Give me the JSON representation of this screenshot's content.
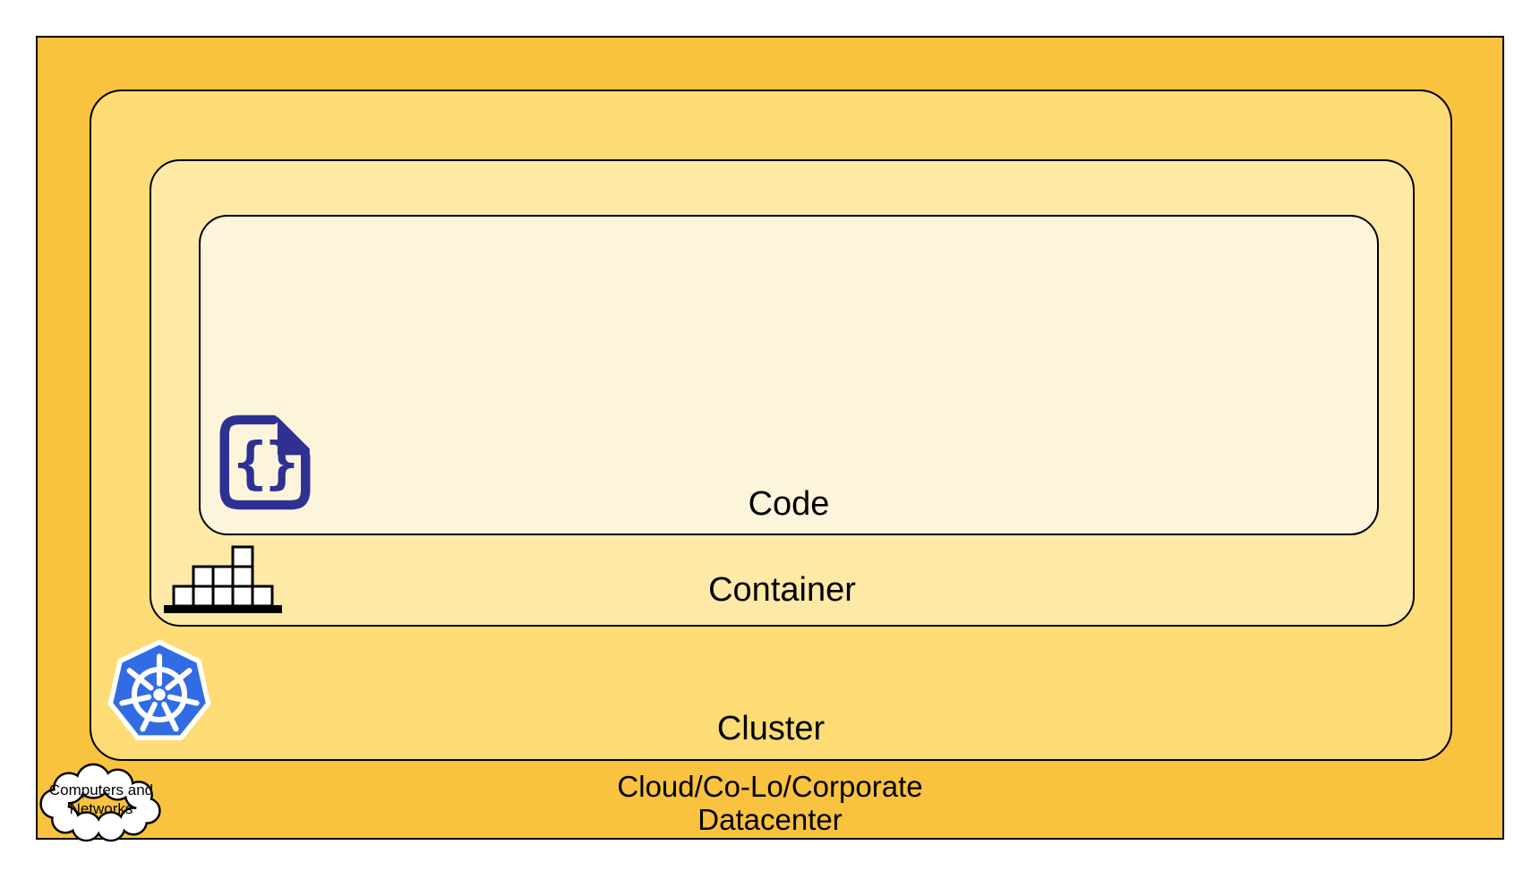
{
  "layers": {
    "datacenter": {
      "label_line1": "Cloud/Co-Lo/Corporate",
      "label_line2": "Datacenter",
      "fill": "#F9C23F",
      "border": "#000000"
    },
    "cluster": {
      "label": "Cluster",
      "fill": "#FDDC75"
    },
    "container": {
      "label": "Container",
      "fill": "#FEE9A7"
    },
    "code": {
      "label": "Code",
      "fill": "#FDF4DC"
    }
  },
  "cloud_callout": {
    "line1": "Computers and",
    "line2": "Networks"
  },
  "icons": {
    "code_file": {
      "name": "code-file-icon",
      "color": "#2E3192",
      "glyph": "{}"
    },
    "container_blocks": {
      "name": "container-blocks-icon",
      "color": "#000000",
      "block_fill": "#FFFFFF"
    },
    "kubernetes": {
      "name": "kubernetes-icon",
      "color": "#326CE5",
      "wheel_color": "#FFFFFF"
    },
    "cloud": {
      "name": "cloud-icon",
      "fill": "#FFFFFF",
      "outline": "#000000"
    }
  }
}
